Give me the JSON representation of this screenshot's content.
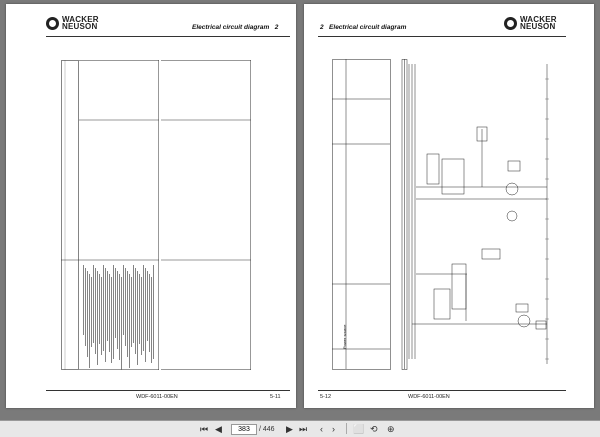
{
  "left_page": {
    "brand_line1": "WACKER",
    "brand_line2": "NEUSON",
    "header_title": "Electrical circuit diagram",
    "header_chapter": "2",
    "footer_code": "WDF-6011-00EN",
    "footer_page": "5-11"
  },
  "right_page": {
    "brand_line1": "WACKER",
    "brand_line2": "NEUSON",
    "header_chapter": "2",
    "header_title": "Electrical circuit diagram",
    "footer_page": "5-12",
    "footer_code": "WDF-6011-00EN",
    "legend_heading": "Power source"
  },
  "toolbar": {
    "current_page": "383",
    "total_pages": "/ 446",
    "icons": [
      "first-page-icon",
      "prev-page-icon",
      "next-page-icon",
      "last-page-icon",
      "prev-icon",
      "next-icon",
      "fit-page-icon",
      "rotate-icon",
      "zoom-icon"
    ]
  }
}
